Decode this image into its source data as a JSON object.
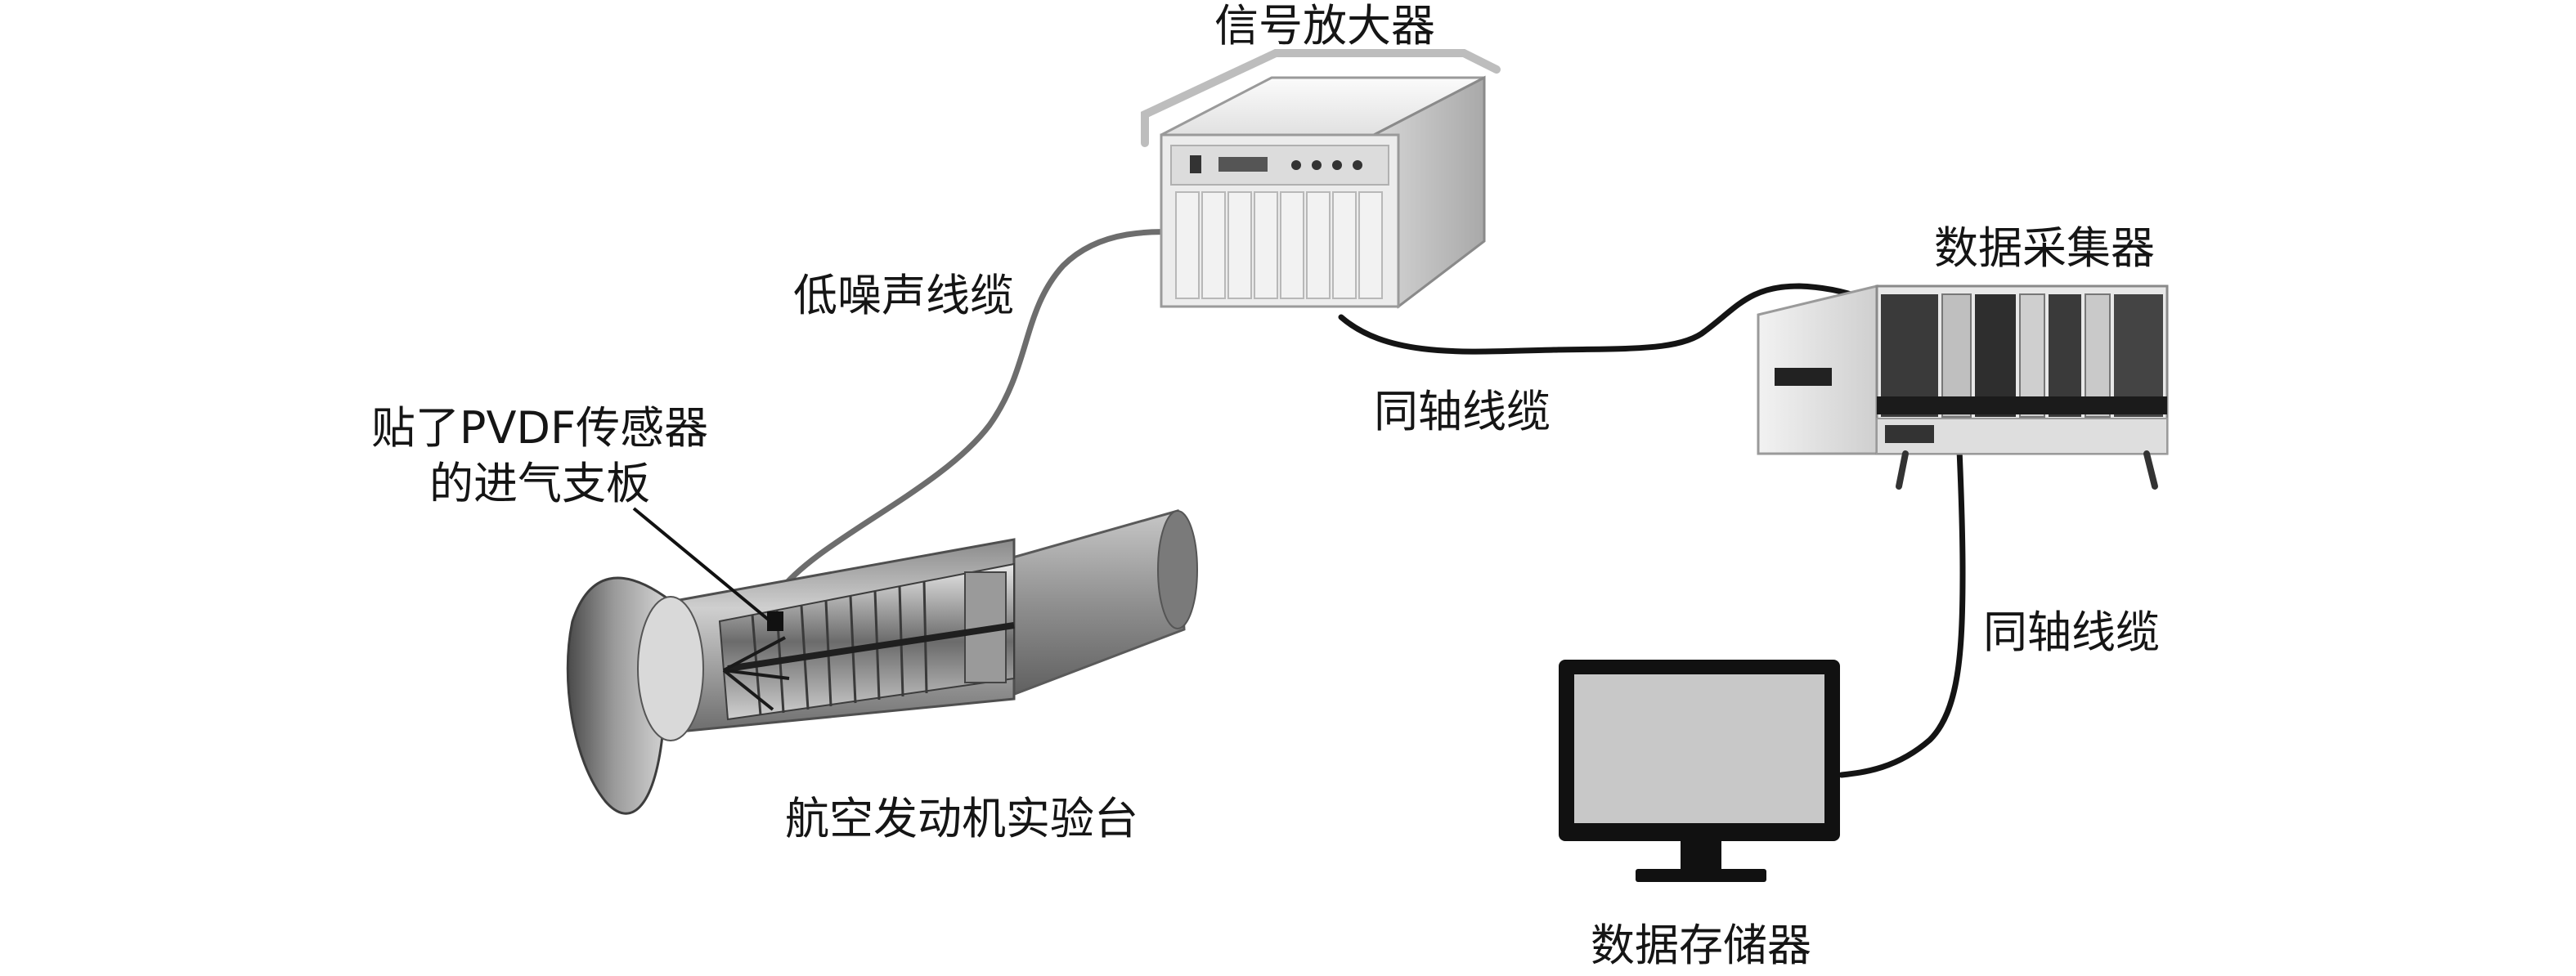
{
  "labels": {
    "amplifier": "信号放大器",
    "daq": "数据采集器",
    "low_noise_cable": "低噪声线缆",
    "coax_cable_1": "同轴线缆",
    "coax_cable_2": "同轴线缆",
    "vane_line1": "贴了PVDF传感器",
    "vane_line2": "的进气支板",
    "engine": "航空发动机实验台",
    "storage": "数据存储器"
  }
}
